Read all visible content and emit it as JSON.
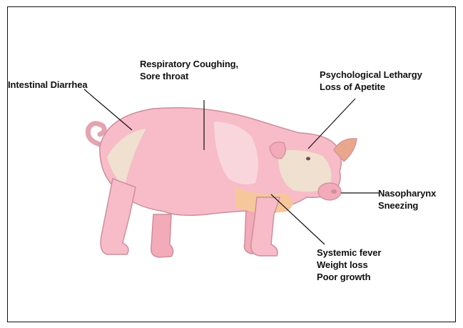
{
  "annotations": {
    "intestinal": {
      "line1": "Intestinal Diarrhea"
    },
    "respiratory": {
      "line1": "Respiratory Coughing,",
      "line2": "Sore throat"
    },
    "psychological": {
      "line1": "Psychological Lethargy",
      "line2": "Loss of Apetite"
    },
    "nasopharynx": {
      "line1": "Nasopharynx",
      "line2": "Sneezing"
    },
    "systemic": {
      "line1": "Systemic fever",
      "line2": "Weight loss",
      "line3": "Poor growth"
    }
  },
  "colors": {
    "body": "#f7bcc8",
    "body_outline": "#cc8f9c",
    "shade": "#efe0cf",
    "belly": "#f7c79c",
    "leader_line": "#111111"
  },
  "icons": [
    "pig-illustration"
  ]
}
